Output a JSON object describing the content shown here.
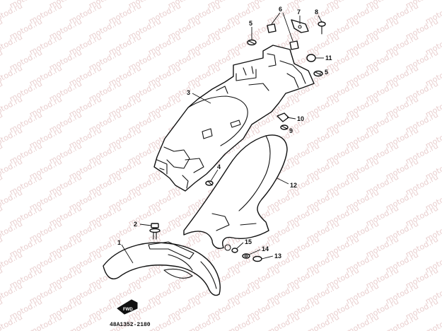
{
  "watermark_text": "motod.ru",
  "diagram_code": "48A1352-2180",
  "direction_mark": "FWD",
  "part_numbers": [
    "1",
    "2",
    "3",
    "4",
    "5",
    "5",
    "6",
    "7",
    "8",
    "9",
    "10",
    "11",
    "12",
    "13",
    "14",
    "15"
  ],
  "colors": {
    "ink": "#111111",
    "watermark": "#e9cfcf",
    "background": "#ffffff"
  }
}
